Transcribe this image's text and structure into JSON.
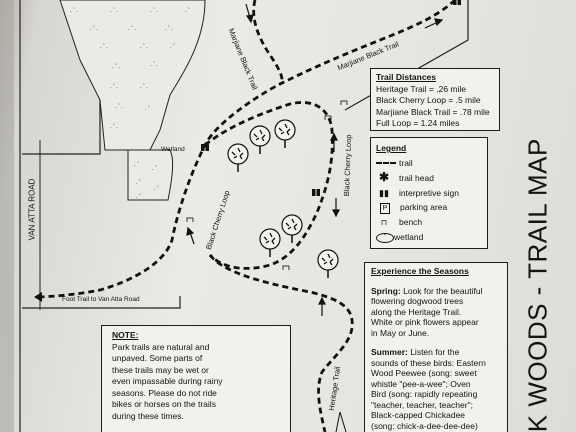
{
  "map": {
    "title": "CK WOODS  -  TRAIL  MAP",
    "road_label": "VAN ATTA ROAD",
    "foot_trail_label": "Foot Trail to Van Atta Road",
    "wetland_label": "Wetland",
    "trail_labels": {
      "marjiane_upper": "Marjiane Black Trail",
      "marjiane_lower": "Marjiane Black Trail",
      "cherry_west": "Black Cherry Loop",
      "cherry_east": "Black Cherry Loop",
      "heritage": "Heritage Trail"
    }
  },
  "distances": {
    "title": "Trail Distances",
    "lines": [
      "Heritage Trail = .26 mile",
      "Black Cherry Loop = .5 mile",
      "Marjiane Black Trail = .78 mile",
      "Full Loop = 1.24 miles"
    ]
  },
  "legend": {
    "title": "Legend",
    "items": [
      {
        "icon": "dashed-line-icon",
        "label": "trail"
      },
      {
        "icon": "asterisk-icon",
        "label": "trail head"
      },
      {
        "icon": "binoculars-icon",
        "label": "interpretive sign"
      },
      {
        "icon": "parking-icon",
        "symbol": "P",
        "label": "parking area"
      },
      {
        "icon": "bench-icon",
        "label": "bench"
      },
      {
        "icon": "wetland-icon",
        "label": "wetland"
      }
    ]
  },
  "seasons": {
    "title": "Experience the Seasons",
    "spring_heading": "Spring:",
    "spring_lines": [
      " Look for the beautiful",
      "flowering dogwood trees",
      "along the Heritage Trail.",
      "White or pink flowers appear",
      "in May or June."
    ],
    "summer_heading": "Summer:",
    "summer_lines": [
      " Listen for the",
      "sounds of these birds: Eastern",
      "Wood Peewee (song: sweet",
      "whistle \"pee-a-wee\"; Oven",
      "Bird (song: rapidly repeating",
      "\"teacher, teacher, teacher\";",
      "Black-capped Chickadee",
      "(song: chick-a-dee-dee-dee)"
    ]
  },
  "note": {
    "title": "NOTE:",
    "lines": [
      "Park trails are natural and",
      "unpaved.  Some parts of",
      "these trails may be wet or",
      "even impassable during rainy",
      "seasons.  Please do not ride",
      "bikes or horses on the trails",
      "during these times."
    ]
  },
  "colors": {
    "ink": "#141414",
    "paper": "#f2f1ed"
  }
}
